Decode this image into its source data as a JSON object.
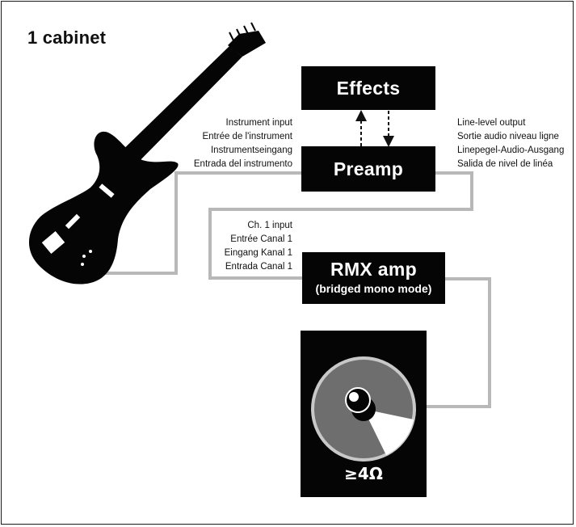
{
  "title": "1 cabinet",
  "effects": {
    "label": "Effects"
  },
  "preamp": {
    "label": "Preamp"
  },
  "rmx_amp": {
    "label": "RMX amp",
    "sublabel": "(bridged mono mode)"
  },
  "speaker": {
    "impedance": "≥4Ω"
  },
  "instrument_input": {
    "lines": [
      "Instrument input",
      "Entrée de l'instrument",
      "Instrumentseingang",
      "Entrada del instrumento"
    ]
  },
  "line_level_output": {
    "lines": [
      "Line-level output",
      "Sortie audio niveau ligne",
      "Linepegel-Audio-Ausgang",
      "Salida de nivel de linéa"
    ]
  },
  "ch1_input": {
    "lines": [
      "Ch. 1 input",
      "Entrée Canal 1",
      "Eingang Kanal 1",
      "Entrada Canal 1"
    ]
  },
  "colors": {
    "box": "#050505",
    "cable": "#b8b8b8",
    "cone": "#6e6e6e"
  }
}
